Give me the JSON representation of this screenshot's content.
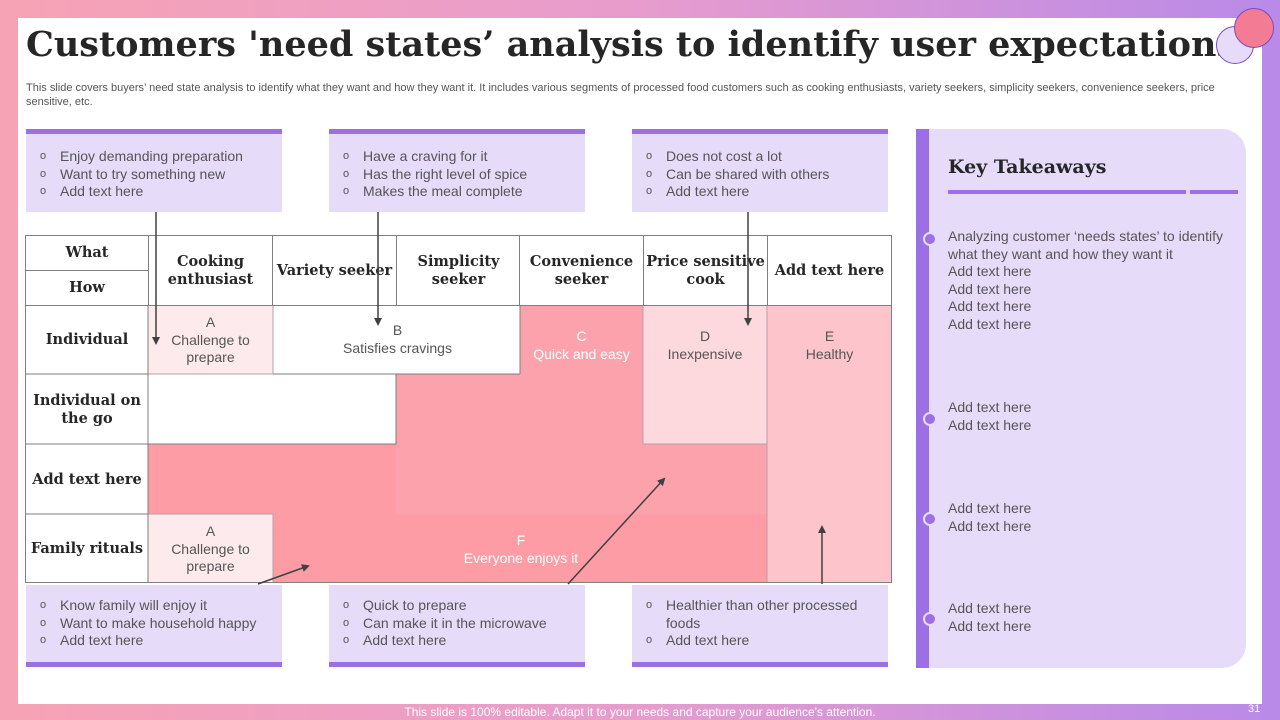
{
  "title": "Customers 'need states’ analysis to identify user expectations",
  "subtitle": "This slide covers buyers’ need state analysis to identify what they want and how they want it. It includes various segments of processed food customers such as cooking enthusiasts, variety seekers, simplicity seekers, convenience seekers, price sensitive, etc.",
  "top_boxes": [
    {
      "items": [
        "Enjoy demanding preparation",
        "Want to try something new",
        "Add text here"
      ]
    },
    {
      "items": [
        "Have a craving for it",
        "Has the right level of spice",
        "Makes the meal complete"
      ]
    },
    {
      "items": [
        "Does not cost a lot",
        "Can be shared with others",
        "Add text here"
      ]
    }
  ],
  "bottom_boxes": [
    {
      "items": [
        "Know family will enjoy it",
        "Want to make household happy",
        "Add text here"
      ]
    },
    {
      "items": [
        "Quick to prepare",
        "Can make it in the microwave",
        "Add text here"
      ]
    },
    {
      "items": [
        "Healthier than other processed foods",
        "Add text here"
      ]
    }
  ],
  "table": {
    "what_label": "What",
    "how_label": "How",
    "columns": [
      "Cooking enthusiast",
      "Variety seeker",
      "Simplicity seeker",
      "Convenience seeker",
      "Price sensitive cook",
      "Add text here"
    ],
    "rows": [
      "Individual",
      "Individual on the go",
      "Add text here",
      "Family rituals"
    ]
  },
  "regions": {
    "a1": {
      "letter": "A",
      "label": "Challenge to prepare"
    },
    "b": {
      "letter": "B",
      "label": "Satisfies cravings"
    },
    "c": {
      "letter": "C",
      "label": "Quick and easy"
    },
    "d": {
      "letter": "D",
      "label": "Inexpensive"
    },
    "e": {
      "letter": "E",
      "label": "Healthy"
    },
    "a2": {
      "letter": "A",
      "label": "Challenge to prepare"
    },
    "f": {
      "letter": "F",
      "label": "Everyone enjoys it"
    }
  },
  "key_takeaways": {
    "title": "Key Takeaways",
    "group1": [
      "Analyzing customer ‘needs states’ to identify what they want and how they want it",
      "Add text here",
      "Add text here",
      "Add text here",
      "Add text here"
    ],
    "group2": [
      "Add text here",
      "Add text here"
    ],
    "group3": [
      "Add text here",
      "Add text here"
    ],
    "group4": [
      "Add text here",
      "Add text here"
    ]
  },
  "footer": "This slide is 100% editable. Adapt it to your needs and capture your audience's attention.",
  "page_number": "31",
  "colors": {
    "accent": "#9c6fe4",
    "lavender": "#e6dcfa",
    "pink_dark": "#fba2ad",
    "pink_mid": "#fe9ca6",
    "pink_light": "#fdd9de",
    "pink_lightest": "#fdeaec",
    "pink_e": "#fdc4cc"
  }
}
